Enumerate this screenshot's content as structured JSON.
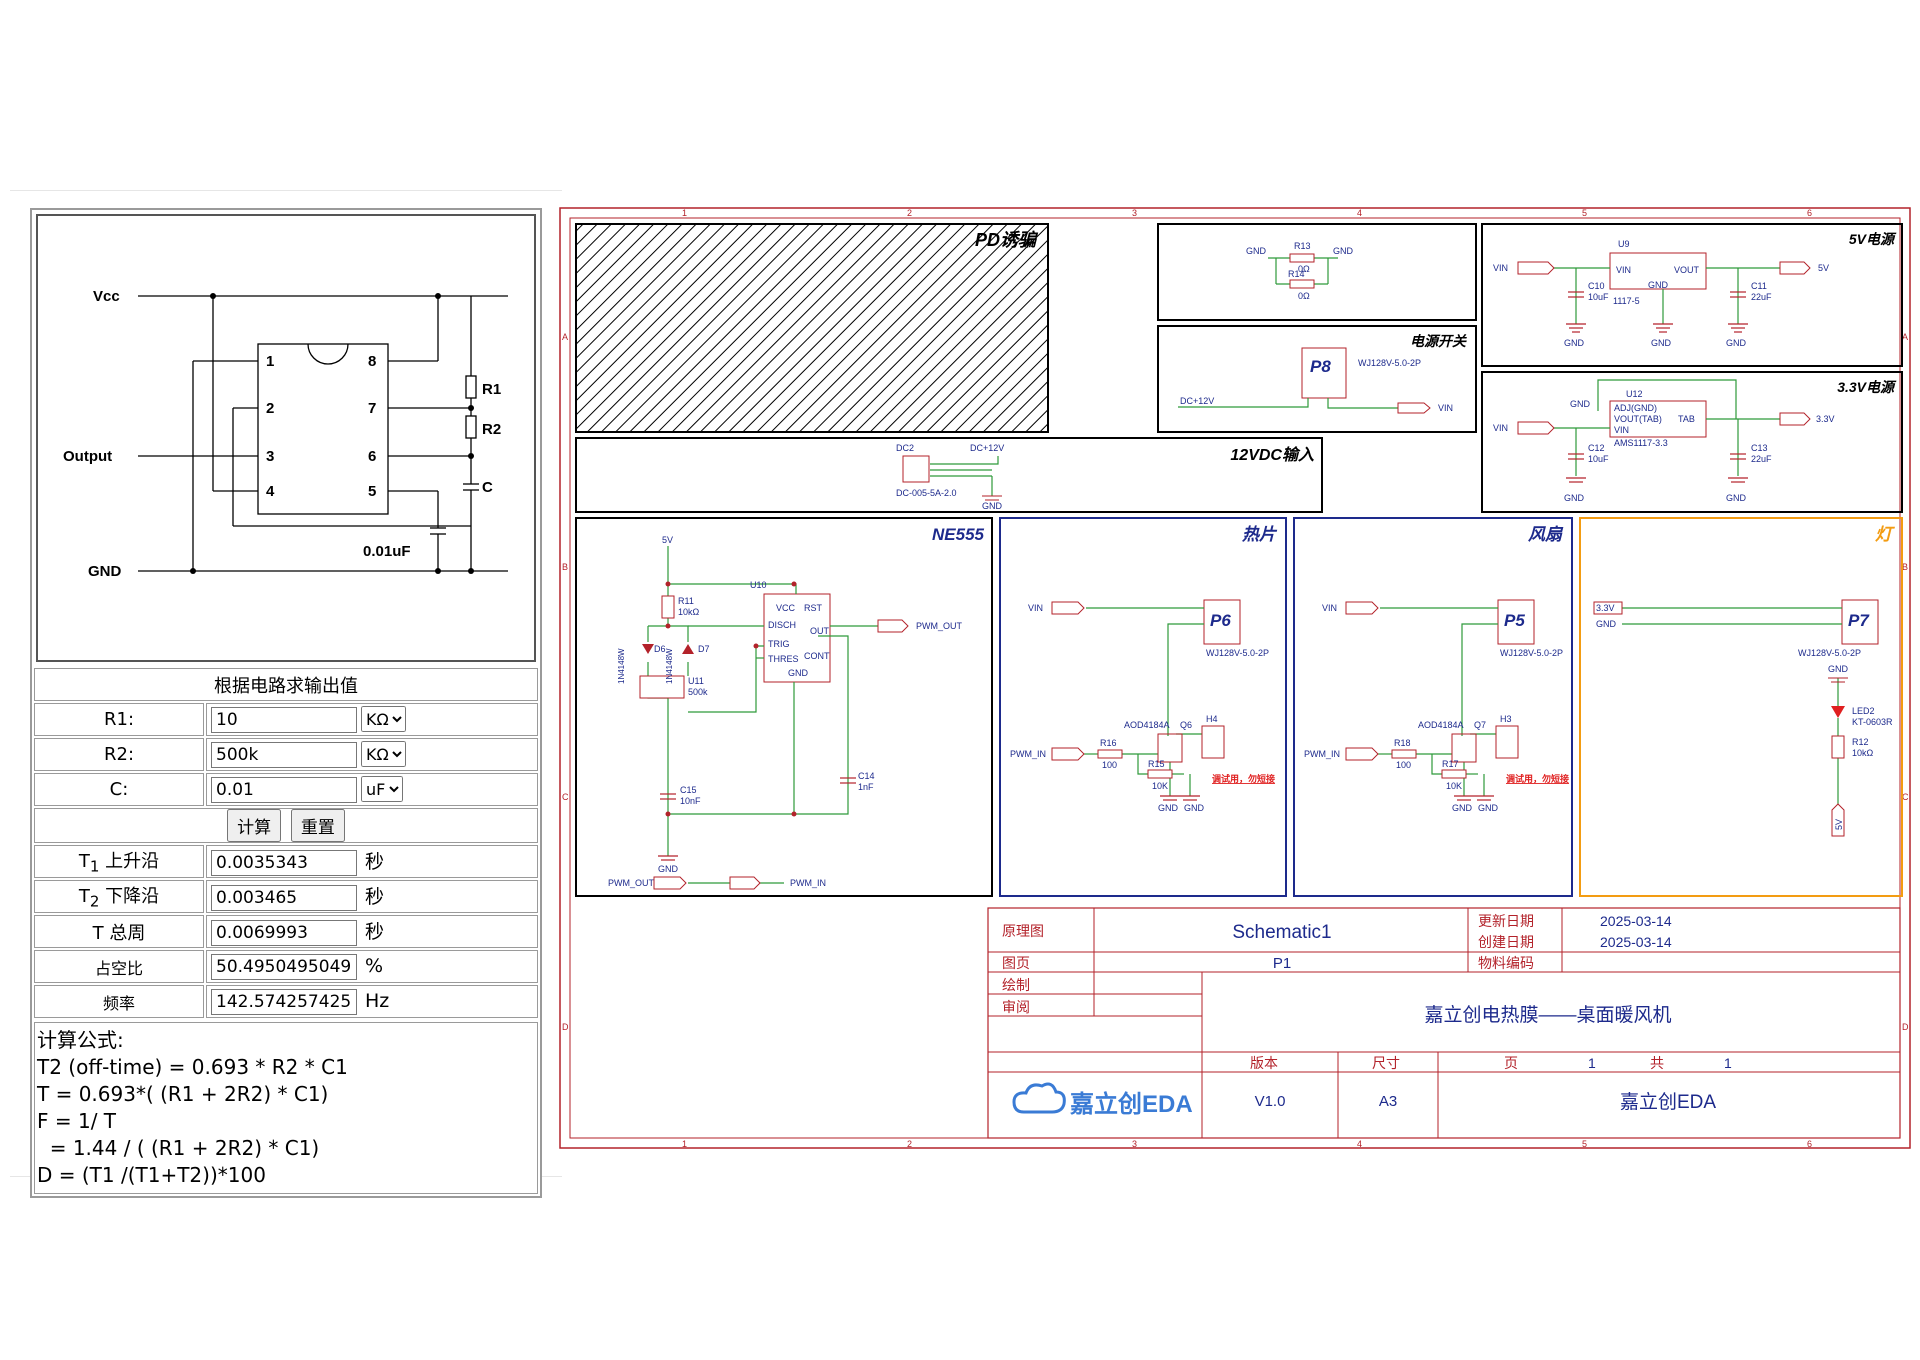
{
  "calculator": {
    "diagram": {
      "vcc": "Vcc",
      "output": "Output",
      "gnd": "GND",
      "r1": "R1",
      "r2": "R2",
      "c": "C",
      "cap_value": "0.01uF",
      "pins": [
        "1",
        "2",
        "3",
        "4",
        "8",
        "7",
        "6",
        "5"
      ]
    },
    "title": "根据电路求输出值",
    "fields": {
      "r1_label": "R1:",
      "r1_value": "10",
      "r1_unit": "KΩ",
      "r2_label": "R2:",
      "r2_value": "500k",
      "r2_unit": "KΩ",
      "c_label": "C:",
      "c_value": "0.01",
      "c_unit": "uF"
    },
    "buttons": {
      "calc": "计算",
      "reset": "重置"
    },
    "results": {
      "t1_label": "T",
      "t1_sub": "1",
      "t1_text": " 上升沿",
      "t1_value": "0.0035343",
      "t1_unit": "秒",
      "t2_label": "T",
      "t2_sub": "2",
      "t2_text": " 下降沿",
      "t2_value": "0.003465",
      "t2_unit": "秒",
      "t_label": "T 总周",
      "t_value": "0.0069993",
      "t_unit": "秒",
      "duty_label": "占空比",
      "duty_value": "50.4950495049",
      "duty_unit": "%",
      "freq_label": "频率",
      "freq_value": "142.574257425742",
      "freq_unit": "Hz"
    },
    "formula": "计算公式:\nT2 (off-time) = 0.693 * R2 * C1\nT = 0.693*( (R1 + 2R2) * C1)\nF = 1/ T\n  = 1.44 / ( (R1 + 2R2) * C1)\nD = (T1 /(T1+T2))*100"
  },
  "schematic": {
    "colors": {
      "frame": "#b3222a",
      "wire": "#2e9a3a",
      "comp": "#b3222a",
      "text": "#1d2a8c",
      "fan_frame": "#1d2a8c",
      "lamp_frame": "#f39c12"
    },
    "grid_cols": [
      "1",
      "2",
      "3",
      "4",
      "5",
      "6"
    ],
    "grid_rows": [
      "A",
      "B",
      "C",
      "D"
    ],
    "blocks": {
      "pd": "PD诱骗",
      "power_switch": "电源开关",
      "p5v": "5V电源",
      "p33v": "3.3V电源",
      "dc_in": "12VDC输入",
      "ne555": "NE555",
      "heater": "热片",
      "fan": "风扇",
      "lamp": "灯"
    },
    "labels": {
      "gnd": "GND",
      "vin": "VIN",
      "v5": "5V",
      "v33": "3.3V",
      "dc12": "DC+12V",
      "pwm_out": "PWM_OUT",
      "pwm_in": "PWM_IN",
      "r13": "R13",
      "r13v": "0Ω",
      "r14": "R14",
      "r14v": "0Ω",
      "p8": "P8",
      "p8_part": "WJ128V-5.0-2P",
      "u9": "U9",
      "u9_vin": "VIN",
      "u9_vout": "VOUT",
      "u9_gnd": "GND",
      "u9_part": "1117-5",
      "c10": "C10",
      "c10v": "10uF",
      "c11": "C11",
      "c11v": "22uF",
      "u12": "U12",
      "u12_adj": "ADJ(GND)",
      "u12_vout": "VOUT(TAB)",
      "u12_vin": "VIN",
      "u12_tab": "TAB",
      "u12_part": "AMS1117-3.3",
      "c12": "C12",
      "c12v": "10uF",
      "c13": "C13",
      "c13v": "22uF",
      "dc2": "DC2",
      "dc2_part": "DC-005-5A-2.0",
      "u10": "U10",
      "u10_pins": [
        "VCC",
        "RST",
        "DISCH",
        "OUT",
        "TRIG",
        "THRES",
        "CONT",
        "GND"
      ],
      "r11": "R11",
      "r11v": "10kΩ",
      "d6": "D6",
      "d7": "D7",
      "diode_part": "1N4148W",
      "u11": "U11",
      "u11v": "500k",
      "c15": "C15",
      "c15v": "10nF",
      "c14": "C14",
      "c14v": "1nF",
      "p6": "P6",
      "p5": "P5",
      "p7": "P7",
      "conn_part": "WJ128V-5.0-2P",
      "q6": "Q6",
      "q7": "Q7",
      "mos_part": "AOD4184A",
      "r16": "R16",
      "r16v": "100",
      "r15": "R15",
      "r15v": "10K",
      "r18": "R18",
      "r18v": "100",
      "r17": "R17",
      "r17v": "10K",
      "h4": "H4",
      "h3": "H3",
      "debug_note": "调试用，勿短接",
      "led2": "LED2",
      "led2_part": "KT-0603R",
      "r12": "R12",
      "r12v": "10kΩ"
    },
    "title_block": {
      "sheet_label": "原理图",
      "sheet_name": "Schematic1",
      "page_label": "图页",
      "page_name": "P1",
      "draw_label": "绘制",
      "review_label": "审阅",
      "update_label": "更新日期",
      "update_value": "2025-03-14",
      "create_label": "创建日期",
      "create_value": "2025-03-14",
      "material_label": "物料编码",
      "project": "嘉立创电热膜——桌面暖风机",
      "version_label": "版本",
      "version_value": "V1.0",
      "size_label": "尺寸",
      "size_value": "A3",
      "page_word": "页",
      "page_num": "1",
      "total_word": "共",
      "total_num": "1",
      "company": "嘉立创EDA",
      "logo": "嘉立创EDA"
    }
  }
}
